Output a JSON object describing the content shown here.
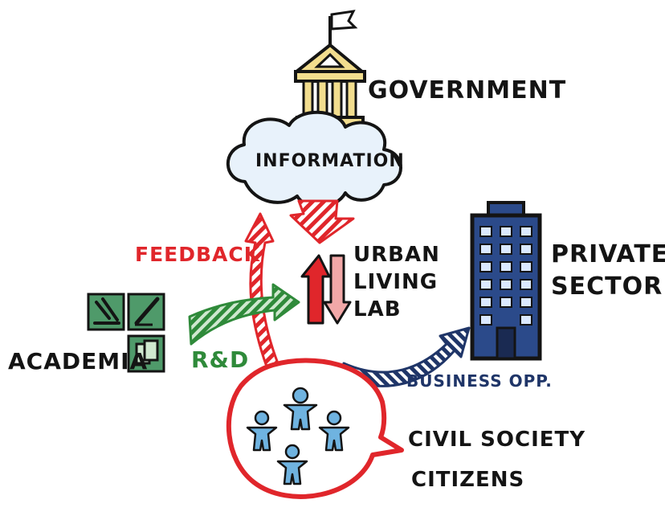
{
  "diagram": {
    "government": "GOVERNMENT",
    "information": "INFORMATION",
    "feedback": "FEEDBACK",
    "urban_living_lab": [
      "URBAN",
      "LIVING",
      "LAB"
    ],
    "private_sector": [
      "PRIVATE",
      "SECTOR"
    ],
    "academia": "ACADEMIA",
    "rd": "R&D",
    "business_opp": "BUSINESS OPP.",
    "civil_society": [
      "CIVIL SOCIETY",
      "CITIZENS"
    ]
  },
  "colors": {
    "red": "#e0262b",
    "green": "#2f8a3a",
    "navy": "#1f3568",
    "blue_people": "#6fb3e0",
    "building_gold": "#f2dd8e",
    "cloud": "#e8f2fb",
    "ink": "#141414"
  },
  "icons": [
    "government-building-icon",
    "cloud-icon",
    "office-building-icon",
    "citizens-icon",
    "academia-icons"
  ]
}
